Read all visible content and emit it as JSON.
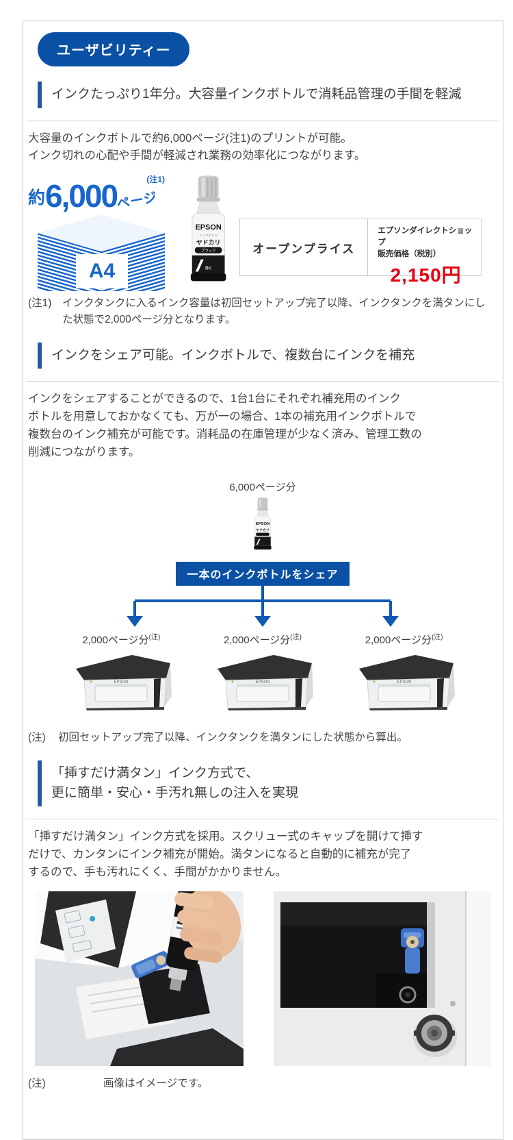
{
  "badge": {
    "label": "ユーザビリティー"
  },
  "s1": {
    "heading": "インクたっぷり1年分。大容量インクボトルで消耗品管理の手間を軽減",
    "body": "大容量のインクボトルで約6,000ページ(注1)のプリントが可能。\nインク切れの心配や手間が軽減され業務の効率化につながります。",
    "graphic": {
      "approx": "約",
      "number": "6,000",
      "unit": "ページ",
      "note_ref": "(注1)",
      "paper": "A4"
    },
    "price": {
      "left": "オープンプライス",
      "shop1": "エプソンダイレクトショップ",
      "shop2": "販売価格（税別）",
      "amount": "2,150円"
    },
    "note": {
      "label": "(注1)",
      "text": "インクタンクに入るインク容量は初回セットアップ完了以降、インクタンクを満タンにした状態で2,000ページ分となります。"
    }
  },
  "s2": {
    "heading": "インクをシェア可能。インクボトルで、複数台にインクを補充",
    "body": "インクをシェアすることができるので、1台1台にそれぞれ補充用のインク\nボトルを用意しておかなくても、万が一の場合、1本の補充用インクボトルで\n複数台のインク補充が可能です。消耗品の在庫管理が少なく済み、管理工数の\n削減につながります。",
    "diagram": {
      "top_label": "6,000ページ分",
      "banner": "一本のインクボトルをシェア",
      "items": [
        {
          "label": "2,000ページ分",
          "sup": "(注)"
        },
        {
          "label": "2,000ページ分",
          "sup": "(注)"
        },
        {
          "label": "2,000ページ分",
          "sup": "(注)"
        }
      ]
    },
    "note": {
      "label": "(注)",
      "text": "初回セットアップ完了以降、インクタンクを満タンにした状態から算出。"
    }
  },
  "s3": {
    "heading_line1": "「挿すだけ満タン」インク方式で、",
    "heading_line2": "更に簡単・安心・手汚れ無しの注入を実現",
    "body": "「挿すだけ満タン」インク方式を採用。スクリュー式のキャップを開けて挿す\nだけで、カンタンにインク補充が開始。満タンになると自動的に補充が完了\nするので、手も汚れにくく、手間がかかりません。",
    "note": {
      "label": "(注)",
      "text": "画像はイメージです。"
    }
  },
  "bottle": {
    "brand": "EPSON",
    "sub": "インクボトル",
    "name": "ヤドカリ",
    "variant": "ブラック",
    "code": "BK"
  },
  "printer": {
    "brand": "EPSON"
  },
  "colors": {
    "epson_blue": "#0a51a5",
    "bar_blue": "#2357a7",
    "bright_blue": "#1766cb",
    "price_red": "#e60012",
    "border_gray": "#c9c9c9"
  }
}
